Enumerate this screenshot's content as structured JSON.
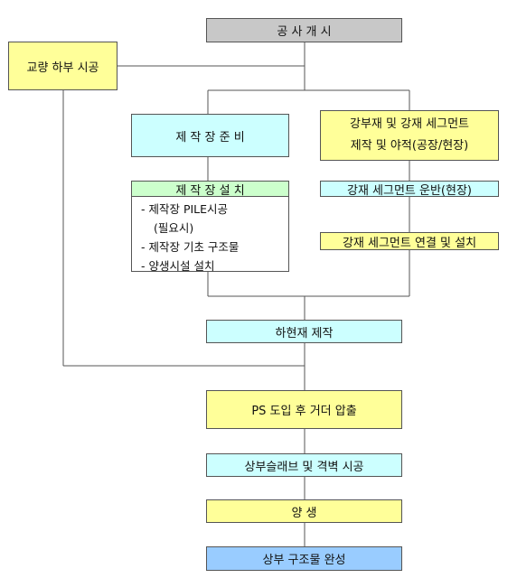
{
  "nodes": {
    "start": "공 사 개 시",
    "substructure": "교량 하부 시공",
    "prepare_yard": "제 작 장 준 비",
    "steel_line1": "강부재 및 강재 세그먼트",
    "steel_line2": "제작 및 야적(공장/현장)",
    "install_yard": "제 작 장 설 치",
    "yard_items": [
      "- 제작장 PILE시공",
      "(필요시)",
      "- 제작장 기초 구조물",
      "- 양생시설 설치"
    ],
    "transport": "강재 세그먼트 운반(현장)",
    "connect": "강재 세그먼트 연결 및 설치",
    "lower_chord": "하현재 제작",
    "ps_launch": "PS 도입 후 거더 압출",
    "slab": "상부슬래브 및 격벽 시공",
    "curing": "양 생",
    "complete": "상부 구조물 완성"
  },
  "colors": {
    "gray": "#c8c8c8",
    "yellow": "#ffff99",
    "cyan": "#ccffff",
    "green": "#ccffcc",
    "blue": "#99ccff",
    "line": "#555555"
  }
}
